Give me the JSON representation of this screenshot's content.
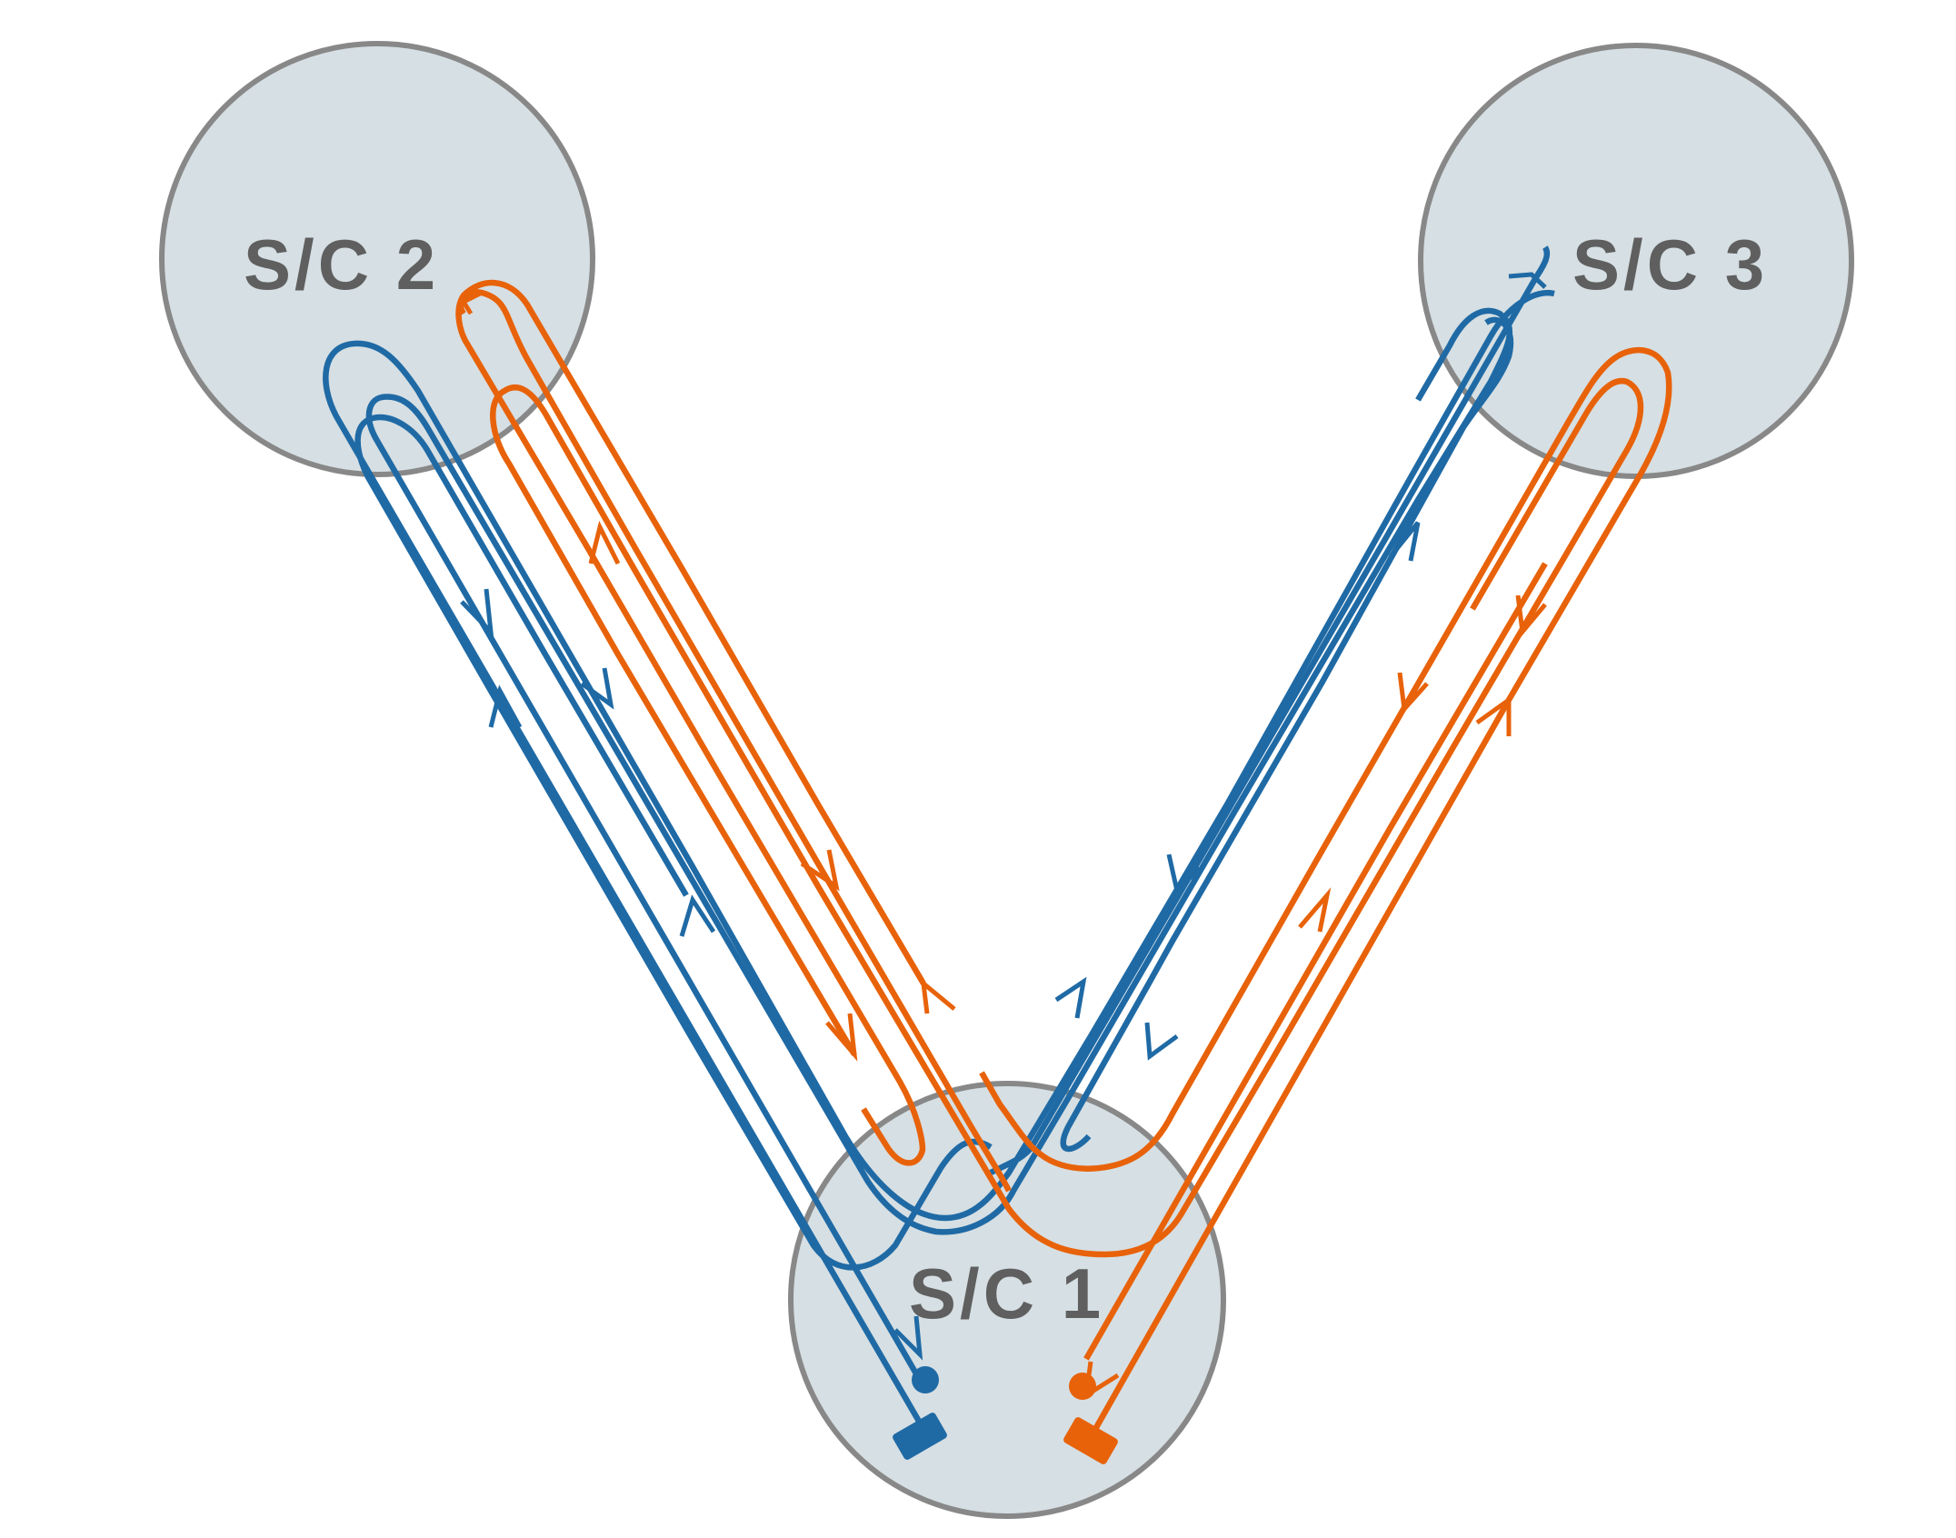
{
  "colors": {
    "blue": "#1f6aa5",
    "orange": "#e8620a",
    "node_fill": "#d6dfe3",
    "node_stroke": "#888888",
    "label": "#5f5f5f"
  },
  "nodes": [
    {
      "id": "sc1",
      "label": "S/C 1"
    },
    {
      "id": "sc2",
      "label": "S/C 2"
    },
    {
      "id": "sc3",
      "label": "S/C 3"
    }
  ],
  "markers": {
    "blue": [
      "endpoint-dot",
      "laser-source-block"
    ],
    "orange": [
      "endpoint-dot",
      "laser-source-block"
    ]
  }
}
